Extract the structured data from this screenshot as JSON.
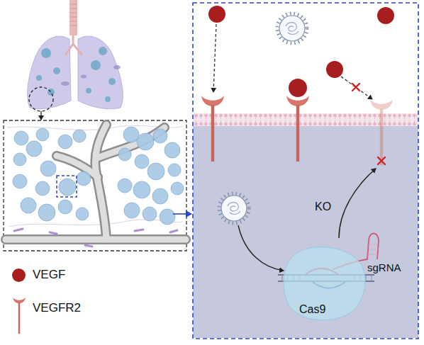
{
  "diagram": {
    "nodes": [
      {
        "text": [
          "Cas9"
        ]
      }
    ],
    "labels": [
      "KO",
      "sgRNA"
    ],
    "legend": [
      {
        "text": "VEGF",
        "color": "#a81e1e"
      },
      {
        "text": "VEGFR2"
      }
    ]
  }
}
